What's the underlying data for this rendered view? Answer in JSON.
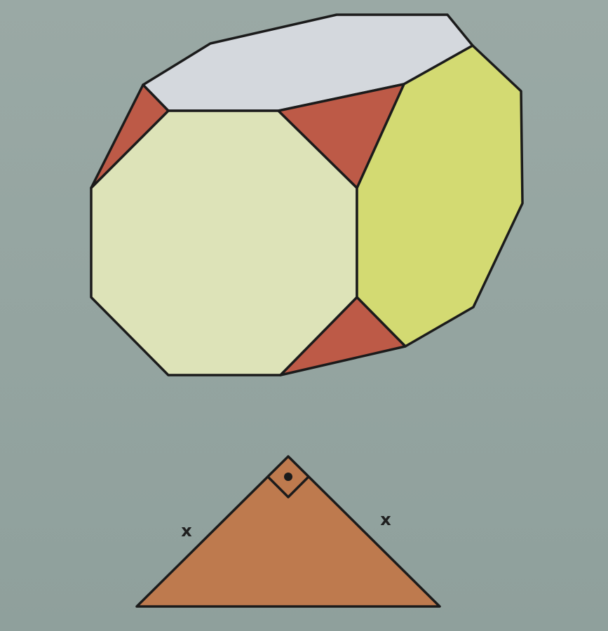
{
  "figure": {
    "colors": {
      "background_top": "#9aa9a5",
      "background_bottom": "#8fa09c",
      "top_octagon": "#d4d8dd",
      "front_octagon": "#dde3b8",
      "right_octagon": "#d3da72",
      "corner_triangle": "#bd5a47",
      "right_triangle_fill": "#be7a4e",
      "stroke": "#1b1b1b",
      "label": "#1f1f1f",
      "right_angle_dot": "#1b1b1b"
    },
    "triangle": {
      "left_leg_label": "x",
      "right_leg_label": "x",
      "apex_angle_degrees": 90
    }
  }
}
